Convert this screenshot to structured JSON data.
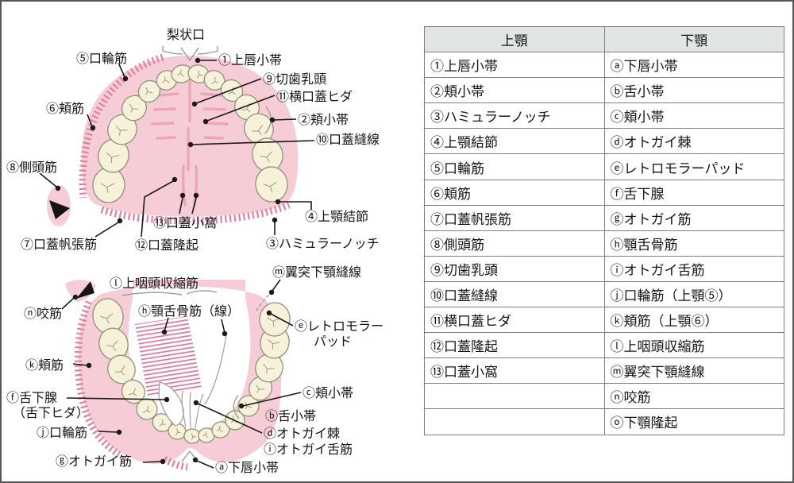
{
  "table": {
    "headers": [
      "上顎",
      "下顎"
    ],
    "rows": [
      [
        "①上唇小帯",
        "ⓐ下唇小帯"
      ],
      [
        "②頬小帯",
        "ⓑ舌小帯"
      ],
      [
        "③ハミュラーノッチ",
        "ⓒ頬小帯"
      ],
      [
        "④上顎結節",
        "ⓓオトガイ棘"
      ],
      [
        "⑤口輪筋",
        "ⓔレトロモラーパッド"
      ],
      [
        "⑥頬筋",
        "ⓕ舌下腺"
      ],
      [
        "⑦口蓋帆張筋",
        "ⓖオトガイ筋"
      ],
      [
        "⑧側頭筋",
        "ⓗ顎舌骨筋"
      ],
      [
        "⑨切歯乳頭",
        "ⓘオトガイ舌筋"
      ],
      [
        "⑩口蓋縫線",
        "ⓙ口輪筋（上顎⑤）"
      ],
      [
        "⑪横口蓋ヒダ",
        "ⓚ頬筋（上顎⑥）"
      ],
      [
        "⑫口蓋隆起",
        "ⓛ上咽頭収縮筋"
      ],
      [
        "⑬口蓋小窩",
        "ⓜ翼突下顎縫線"
      ],
      [
        "",
        "ⓝ咬筋"
      ],
      [
        "",
        "ⓞ下顎隆起"
      ]
    ]
  },
  "diagram": {
    "upper": {
      "pear_opening": "梨状口",
      "upper_lip_frenum": "①上唇小帯",
      "incisive_papilla": "⑨切歯乳頭",
      "transverse_folds": "⑪横口蓋ヒダ",
      "buccal_frenum": "②頬小帯",
      "palatine_raphe": "⑩口蓋縫線",
      "orbicularis": "⑤口輪筋",
      "buccinator": "⑥頬筋",
      "temporalis": "⑧側頭筋",
      "tensor_veli": "⑦口蓋帆張筋",
      "palatine_fovea": "⑬口蓋小窩",
      "palatine_torus": "⑫口蓋隆起",
      "max_tuberosity": "④上顎結節",
      "hamular_notch": "③ハミュラーノッチ"
    },
    "lower": {
      "sup_constrictor": "ⓛ上咽頭収縮筋",
      "pterygomandibular": "ⓜ翼突下顎縫線",
      "masseter": "ⓝ咬筋",
      "mylohyoid": "ⓗ顎舌骨筋（線）",
      "retromolar_1": "ⓔレトロモラー",
      "retromolar_2": "パッド",
      "buccinator": "ⓚ頬筋",
      "sublingual_1": "ⓕ舌下腺",
      "sublingual_2": "（舌下ヒダ）",
      "orbicularis": "ⓙ口輪筋",
      "mentalis": "ⓖオトガイ筋",
      "buccal_frenum": "ⓒ頬小帯",
      "lingual_frenum": "ⓑ舌小帯",
      "genial_spine": "ⓓオトガイ棘",
      "genioglossus": "ⓘオトガイ舌筋",
      "lower_lip_frenum": "ⓐ下唇小帯"
    }
  },
  "colors": {
    "gum_pink": "#f6cdd6",
    "hatch_pink": "#e0809f",
    "rugae_pink": "#eba6bb",
    "tooth_cream": "#f7f1d9",
    "table_header_bg": "#e2e6e2",
    "border_gray": "#7d7d7d"
  }
}
